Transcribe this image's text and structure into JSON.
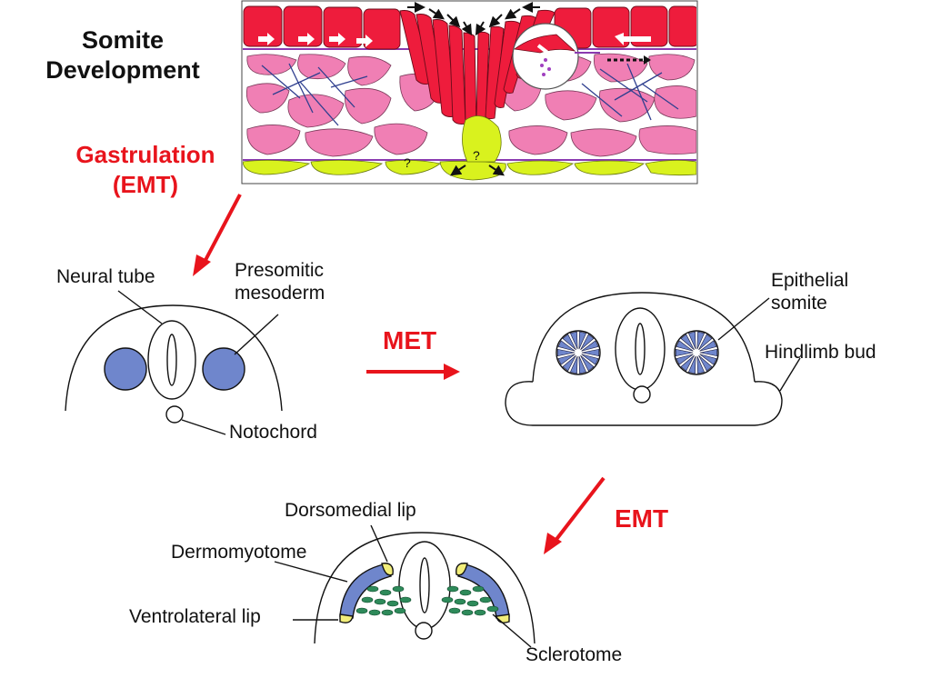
{
  "slide": {
    "title_line1": "Somite",
    "title_line2": "Development"
  },
  "process": {
    "gastrulation_line1": "Gastrulation",
    "gastrulation_line2": "(EMT)",
    "met": "MET",
    "emt": "EMT"
  },
  "stage1": {
    "neural_tube": "Neural tube",
    "presomitic_line1": "Presomitic",
    "presomitic_line2": "mesoderm",
    "notochord": "Notochord"
  },
  "stage2": {
    "epithelial_line1": "Epithelial",
    "epithelial_line2": "somite",
    "hindlimb_bud": "Hindlimb bud"
  },
  "stage3": {
    "dorsomedial_lip": "Dorsomedial lip",
    "dermomyotome": "Dermomyotome",
    "ventrolateral_lip": "Ventrolateral lip",
    "sclerotome": "Sclerotome"
  },
  "gastrulation_image": {
    "question_mark": "?"
  },
  "colors": {
    "arrow_red": "#e8141c",
    "epiblast_red": "#ee1c3c",
    "mesoderm_pink": "#f07fb4",
    "endoderm_yellow": "#d9f21e",
    "somite_blue": "#6f86cc",
    "sclerotome_green": "#2e8a5a",
    "lip_yellow": "#f2ee7a"
  }
}
